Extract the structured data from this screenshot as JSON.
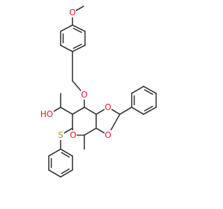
{
  "structure": {
    "colors": {
      "bond": "#333333",
      "O": "#e8152b",
      "S": "#a3a300",
      "background": "#ffffff"
    },
    "atoms": {
      "o_methoxy": "O",
      "o_benzyl": "O",
      "o_hydroxyl": "HO",
      "o_acetal_1": "O",
      "o_acetal_2": "O",
      "o_ring": "O",
      "s_thio": "S"
    }
  }
}
